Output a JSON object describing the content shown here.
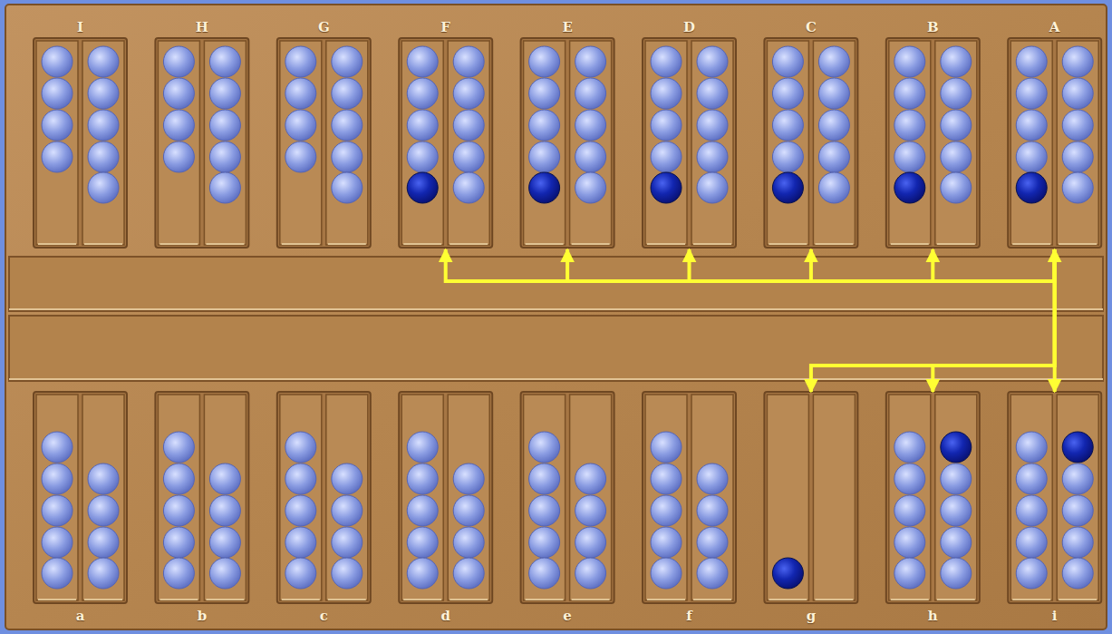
{
  "diagram": {
    "nodes": [
      {
        "text": [
          "I"
        ]
      },
      {
        "text": [
          "H"
        ]
      },
      {
        "text": [
          "G"
        ]
      },
      {
        "text": [
          "F"
        ]
      },
      {
        "text": [
          "E"
        ]
      },
      {
        "text": [
          "D"
        ]
      },
      {
        "text": [
          "C"
        ]
      },
      {
        "text": [
          "B"
        ]
      },
      {
        "text": [
          "A"
        ]
      },
      {
        "text": [
          "a"
        ]
      },
      {
        "text": [
          "b"
        ]
      },
      {
        "text": [
          "c"
        ]
      },
      {
        "text": [
          "d"
        ]
      },
      {
        "text": [
          "e"
        ]
      },
      {
        "text": [
          "f"
        ]
      },
      {
        "text": [
          "g"
        ]
      },
      {
        "text": [
          "h"
        ]
      },
      {
        "text": [
          "i"
        ]
      }
    ],
    "edges": [
      {
        "from": 8,
        "to": 3,
        "arrow": "to"
      },
      {
        "from": 8,
        "to": 4,
        "arrow": "to"
      },
      {
        "from": 8,
        "to": 5,
        "arrow": "to"
      },
      {
        "from": 8,
        "to": 6,
        "arrow": "to"
      },
      {
        "from": 8,
        "to": 7,
        "arrow": "to"
      },
      {
        "from": 8,
        "to": 15,
        "arrow": "to"
      },
      {
        "from": 8,
        "to": 16,
        "arrow": "to"
      },
      {
        "from": 8,
        "to": 17,
        "arrow": "both"
      }
    ]
  }
}
